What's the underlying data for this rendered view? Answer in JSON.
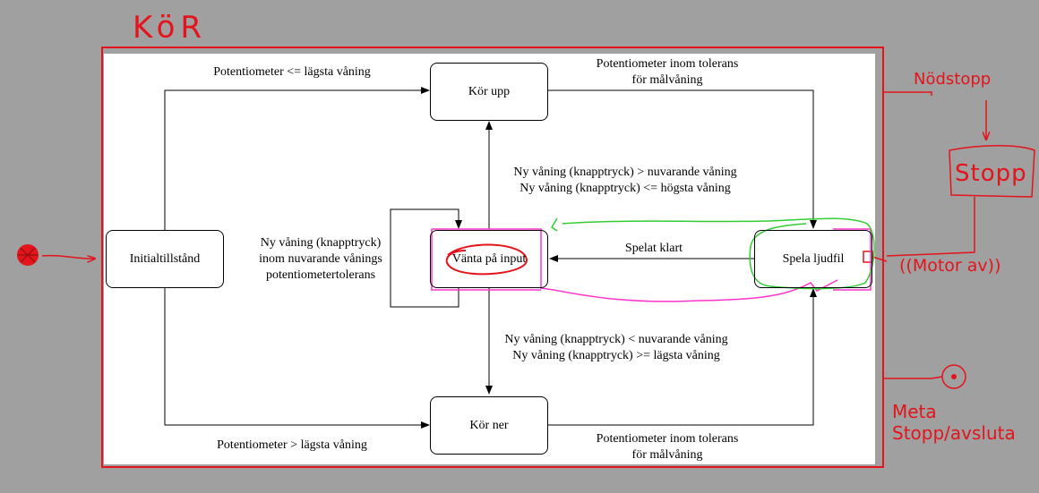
{
  "diagram": {
    "states": {
      "init": "Initialtillstånd",
      "up": "Kör upp",
      "down": "Kör ner",
      "wait": "Vänta på input",
      "sound": "Spela ljudfil"
    },
    "edges": {
      "init_to_up": "Potentiometer <= lägsta våning",
      "init_to_down": "Potentiometer > lägsta våning",
      "up_to_sound": "Potentiometer inom tolerans\nför målvåning",
      "down_to_sound": "Potentiometer inom tolerans\nför målvåning",
      "wait_to_up": "Ny våning (knapptryck) > nuvarande våning\nNy våning (knapptryck) <= högsta våning",
      "wait_to_down": "Ny våning (knapptryck) < nuvarande våning\nNy våning (knapptryck) >= lägsta våning",
      "wait_self": "Ny våning (knapptryck)\ninom nuvarande vånings\npotentiometertolerans",
      "sound_to_wait": "Spelat klart"
    }
  },
  "annotations": {
    "run_label": "KöR",
    "emergency_label": "Nödstopp",
    "stop_box": "Stopp",
    "motor_off": "((Motor av))",
    "meta_stop": "Meta\nStopp/avsluta"
  },
  "colors": {
    "background": "#a0a0a0",
    "annotation_red": "#e3141b",
    "highlight_magenta": "#ff33cc",
    "highlight_green": "#33cc33"
  }
}
